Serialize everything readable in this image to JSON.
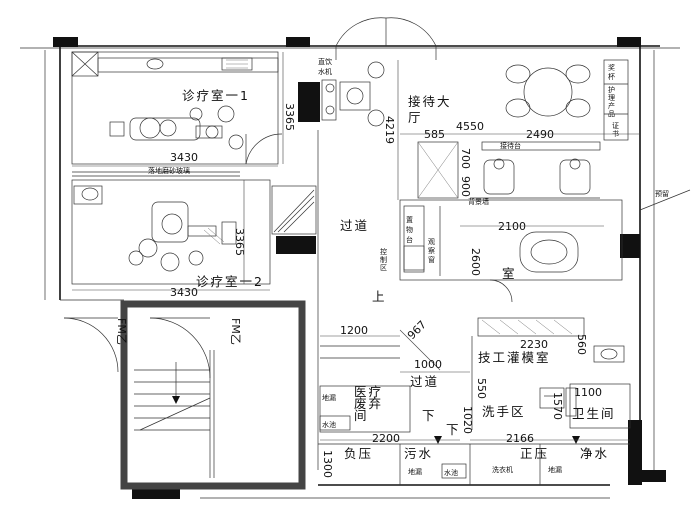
{
  "rooms": {
    "clinic1": "诊疗室一1",
    "clinic2": "诊疗室一2",
    "reception": "接待大",
    "reception_2": "厅",
    "corridor_top": "过道",
    "corridor_mid": "过道",
    "lab": "室",
    "tech": "技工灌模室",
    "waste_1": "医疗",
    "waste_2": "废弃",
    "waste_3": "间",
    "wash": "洗手区",
    "toilet": "卫生间",
    "negative": "负压",
    "sewage": "污水",
    "positive": "正压",
    "clean": "净水",
    "up": "上",
    "down1": "下",
    "down2": "下"
  },
  "labels": {
    "water_dispenser_1": "直饮",
    "water_dispenser_2": "水机",
    "glass": "落地磨砂玻璃",
    "reception_desk": "接待台",
    "backdrop": "背景墙",
    "shelf_1": "置",
    "shelf_2": "物",
    "shelf_3": "台",
    "control_1": "控",
    "control_2": "制",
    "control_3": "区",
    "observe_1": "观",
    "observe_2": "察",
    "observe_3": "窗",
    "floor_drain_1": "地漏",
    "floor_drain_2": "地漏",
    "floor_drain_3": "地漏",
    "water_pool_1": "水池",
    "water_pool_2": "水池",
    "washer": "洗衣机",
    "products_1": "奖",
    "products_2": "杯",
    "products_3": "护",
    "products_4": "理",
    "products_5": "产",
    "products_6": "品",
    "certificate_1": "证",
    "certificate_2": "书",
    "door1": "FM乙",
    "door2": "FM乙",
    "side_note": "预留"
  },
  "dimensions": {
    "d3365a": "3365",
    "d3430a": "3430",
    "d3365b": "3365",
    "d3430b": "3430",
    "d4219": "4219",
    "d585": "585",
    "d4550": "4550",
    "d2490": "2490",
    "d700": "700",
    "d900": "900",
    "d2100": "2100",
    "d2600": "2600",
    "d1200": "1200",
    "d967": "967",
    "d2230": "2230",
    "d560": "560",
    "d1000": "1000",
    "d550": "550",
    "d1100": "1100",
    "d1570": "1570",
    "d1020": "1020",
    "d2200": "2200",
    "d2166": "2166",
    "d1300": "1300"
  }
}
